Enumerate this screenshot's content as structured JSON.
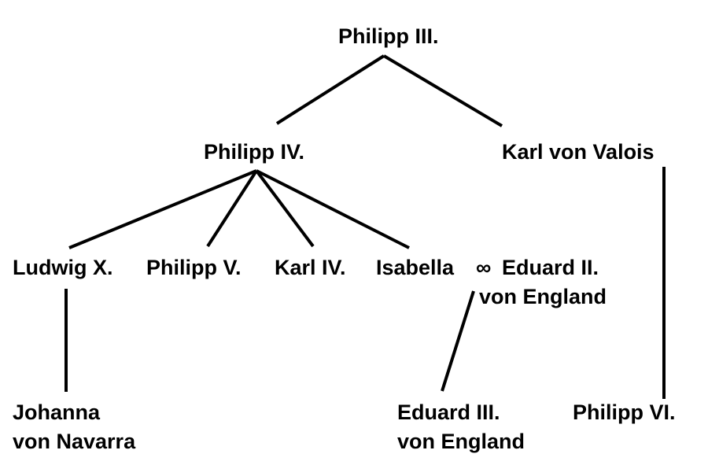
{
  "persons": {
    "philipp_3": {
      "name": "Philipp III."
    },
    "philipp_4": {
      "name": "Philipp IV."
    },
    "karl_valois": {
      "name": "Karl von Valois"
    },
    "ludwig_10": {
      "name": "Ludwig X."
    },
    "philipp_5": {
      "name": "Philipp V."
    },
    "karl_4": {
      "name": "Karl IV."
    },
    "isabella": {
      "name": "Isabella"
    },
    "marriage_symbol": "∞",
    "eduard_2": {
      "line1": "Eduard II.",
      "line2": "von England"
    },
    "johanna": {
      "line1": "Johanna",
      "line2": "von Navarra"
    },
    "eduard_3": {
      "line1": "Eduard III.",
      "line2": "von England"
    },
    "philipp_6": {
      "name": "Philipp VI."
    }
  },
  "relations": [
    {
      "parent": "Philipp III.",
      "child": "Philipp IV."
    },
    {
      "parent": "Philipp III.",
      "child": "Karl von Valois"
    },
    {
      "parent": "Philipp IV.",
      "child": "Ludwig X."
    },
    {
      "parent": "Philipp IV.",
      "child": "Philipp V."
    },
    {
      "parent": "Philipp IV.",
      "child": "Karl IV."
    },
    {
      "parent": "Philipp IV.",
      "child": "Isabella"
    },
    {
      "spouse_a": "Isabella",
      "spouse_b": "Eduard II. von England"
    },
    {
      "parent": "Ludwig X.",
      "child": "Johanna von Navarra"
    },
    {
      "parent": "Isabella ∞ Eduard II.",
      "child": "Eduard III. von England"
    },
    {
      "parent": "Karl von Valois",
      "child": "Philipp VI."
    }
  ],
  "colors": {
    "background": "#ffffff",
    "text": "#000000",
    "lines": "#000000"
  }
}
